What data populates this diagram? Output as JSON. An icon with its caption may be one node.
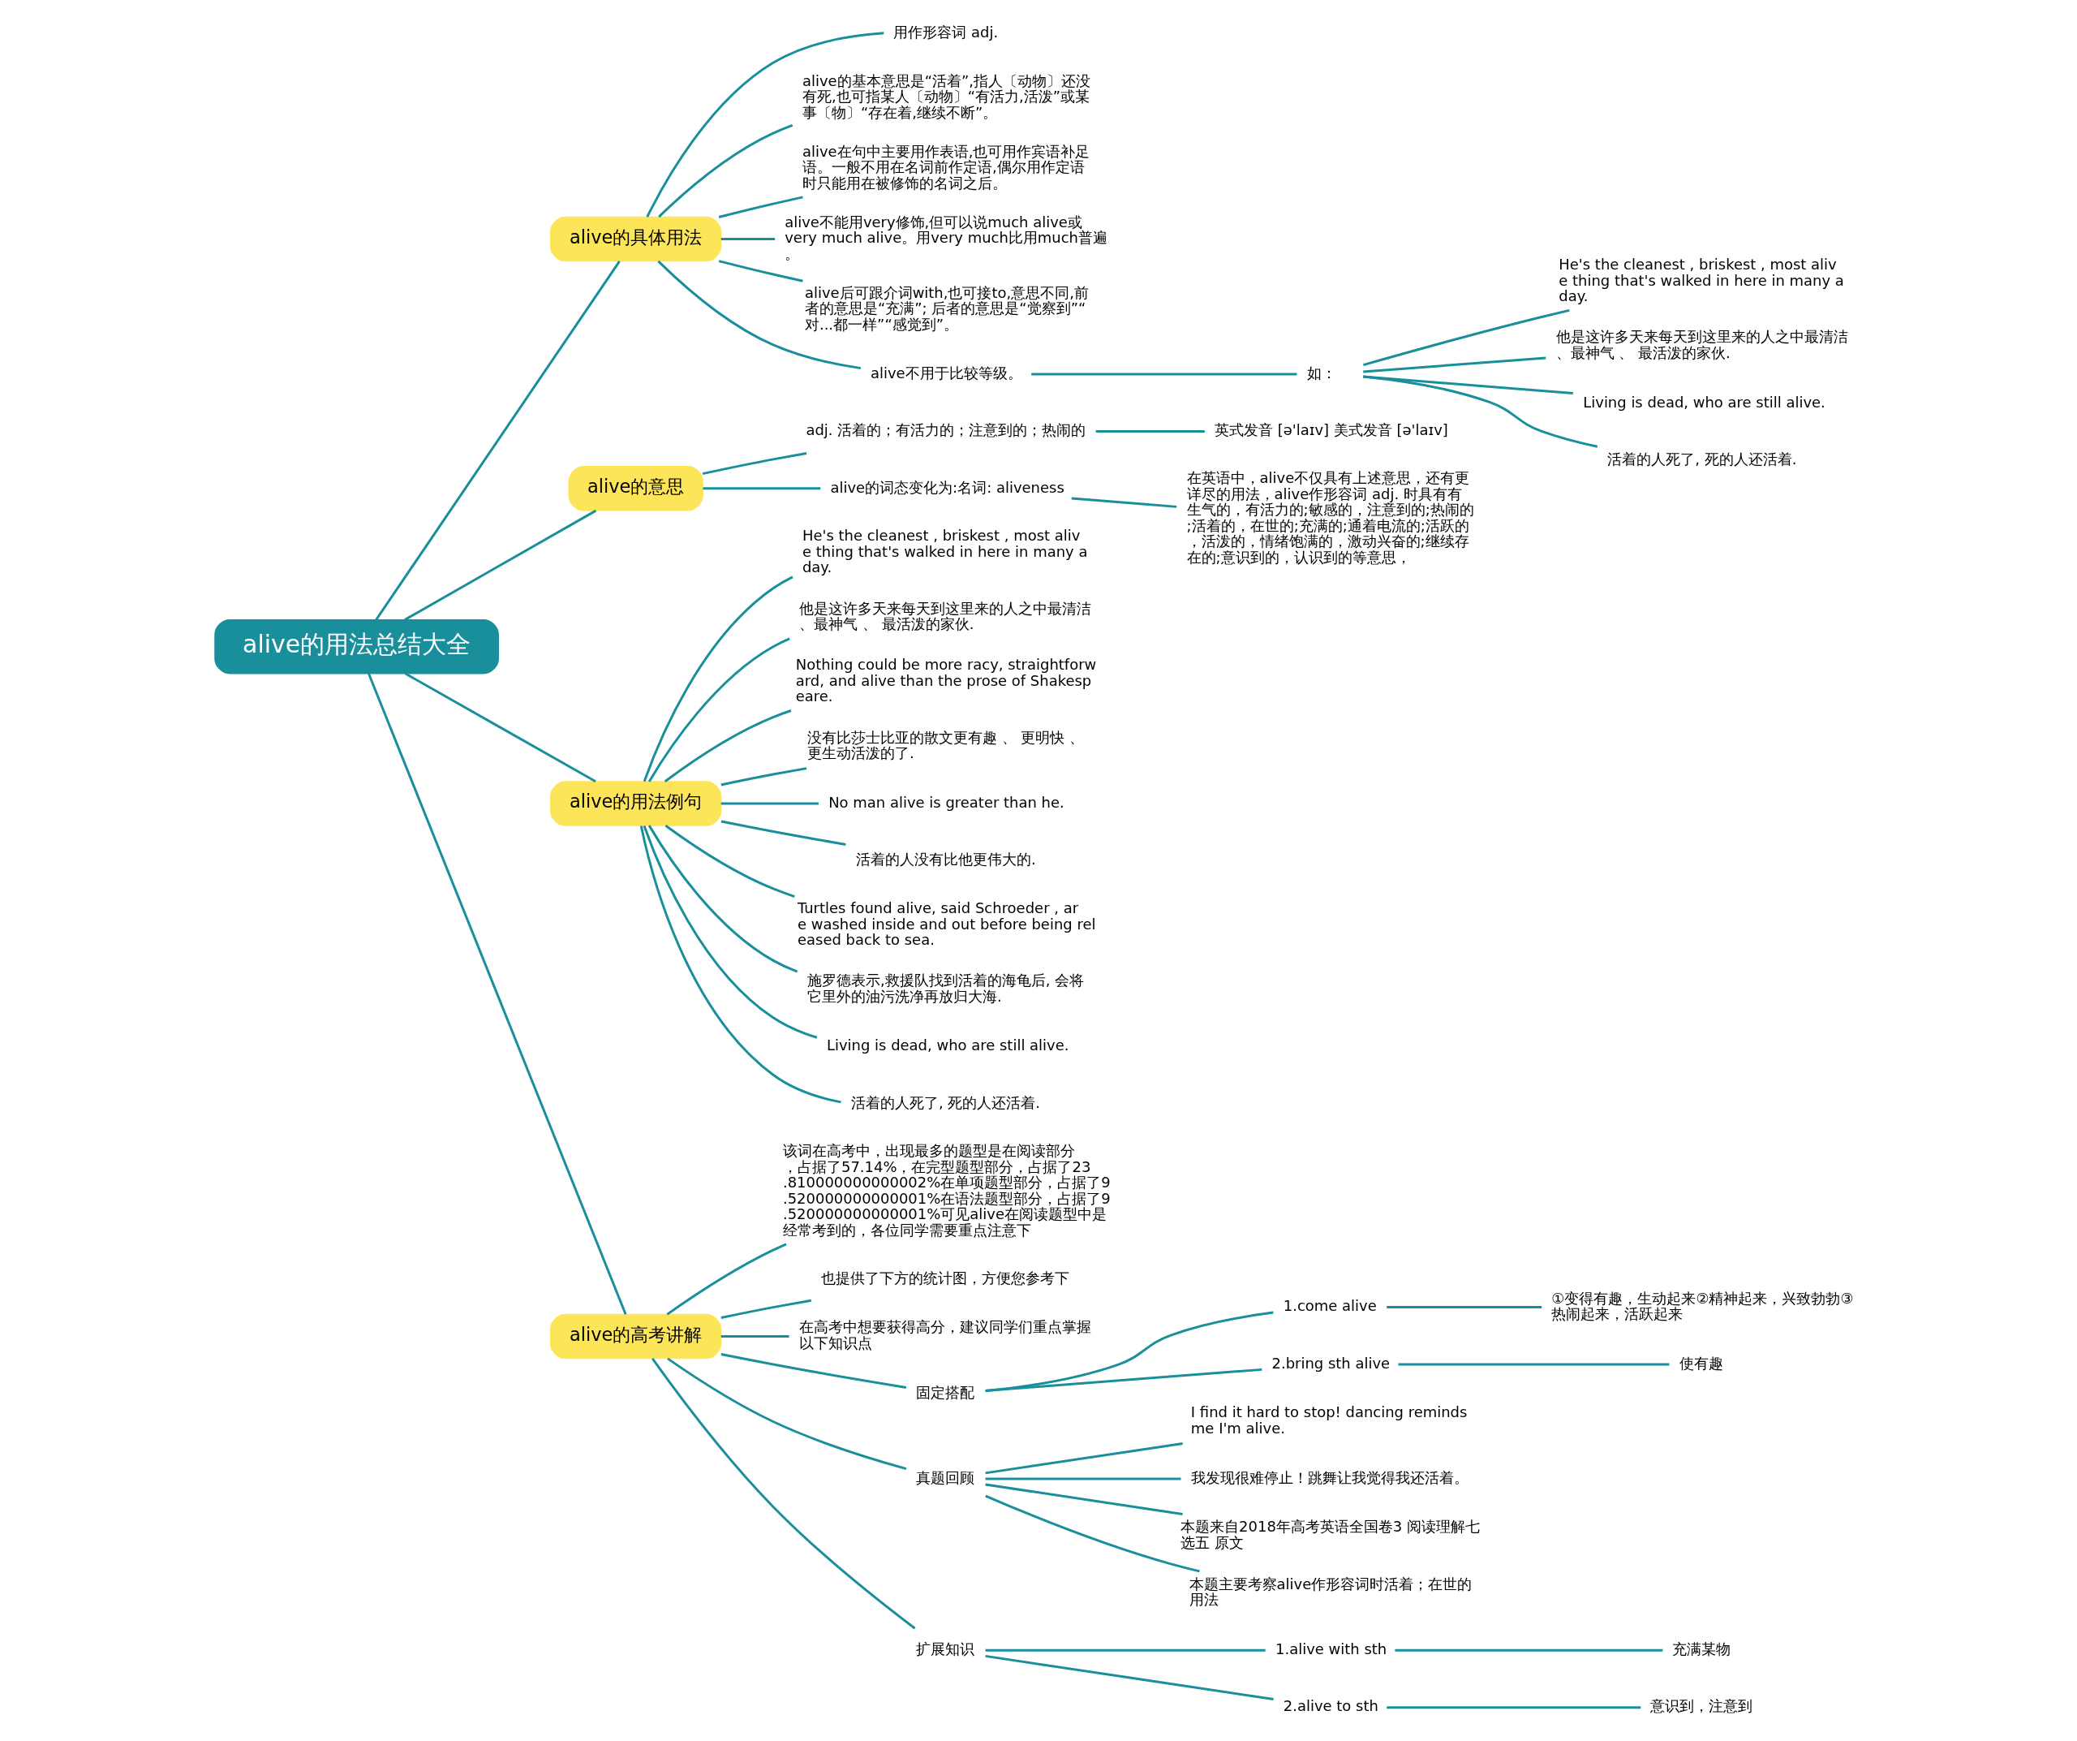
{
  "diagram": {
    "nodes": [
      {
        "text": [
          "alive的用法总结大全"
        ]
      },
      {
        "text": [
          "alive的具体用法"
        ]
      },
      {
        "text": [
          "用作形容词 adj."
        ]
      },
      {
        "text": [
          "alive的基本意思是“活着”,指人〔动物〕还没有死,也可指某人〔动物〕“有活力,活泼”或某事〔物〕“存在着,继续不断”。"
        ]
      },
      {
        "text": [
          "alive在句中主要用作表语,也可用作宾语补足语。一般不用在名词前作定语,偶尔用作定语时只能用在被修饰的名词之后。"
        ]
      },
      {
        "text": [
          "alive不能用very修饰,但可以说much alive或very much alive。用very much比用much普遍。"
        ]
      },
      {
        "text": [
          "alive后可跟介词with,也可接to,意思不同,前者的意思是“充满”; 后者的意思是“觉察到”“对...都一样”“感觉到”。"
        ]
      },
      {
        "text": [
          "alive不用于比较等级。"
        ]
      },
      {
        "text": [
          "如："
        ]
      },
      {
        "text": [
          "He's the cleanest , briskest , most alive thing that's walked in here in many a day."
        ]
      },
      {
        "text": [
          "他是这许多天来每天到这里来的人之中最清洁、最神气 、 最活泼的家伙."
        ]
      },
      {
        "text": [
          "Living is dead, who are still alive."
        ]
      },
      {
        "text": [
          "活着的人死了, 死的人还活着."
        ]
      },
      {
        "text": [
          "alive的意思"
        ]
      },
      {
        "text": [
          "adj. 活着的；有活力的；注意到的；热闹的"
        ]
      },
      {
        "text": [
          "英式发音 [ə'laɪv] 美式发音 [ə'laɪv]"
        ]
      },
      {
        "text": [
          "alive的词态变化为:名词: aliveness"
        ]
      },
      {
        "text": [
          "在英语中，alive不仅具有上述意思，还有更详尽的用法，alive作形容词 adj. 时具有有生气的，有活力的;敏感的，注意到的;热闹的;活着的，在世的;充满的;通着电流的;活跃的，活泼的，情绪饱满的，激动兴奋的;继续存在的;意识到的，认识到的等意思，"
        ]
      },
      {
        "text": [
          "alive的用法例句"
        ]
      },
      {
        "text": [
          "He's the cleanest , briskest , most alive thing that's walked in here in many a day."
        ]
      },
      {
        "text": [
          "他是这许多天来每天到这里来的人之中最清洁、最神气 、 最活泼的家伙."
        ]
      },
      {
        "text": [
          "Nothing could be more racy, straightforward, and alive than the prose of Shakespeare."
        ]
      },
      {
        "text": [
          "没有比莎士比亚的散文更有趣 、 更明快 、更生动活泼的了."
        ]
      },
      {
        "text": [
          "No man alive is greater than he."
        ]
      },
      {
        "text": [
          "活着的人没有比他更伟大的."
        ]
      },
      {
        "text": [
          "Turtles found alive, said Schroeder , are washed inside and out before being released back to sea."
        ]
      },
      {
        "text": [
          "施罗德表示,救援队找到活着的海龟后, 会将它里外的油污洗净再放归大海."
        ]
      },
      {
        "text": [
          "Living is dead, who are still alive."
        ]
      },
      {
        "text": [
          "活着的人死了, 死的人还活着."
        ]
      },
      {
        "text": [
          "alive的高考讲解"
        ]
      },
      {
        "text": [
          "该词在高考中，出现最多的题型是在阅读部分，占据了57.14%，在完型题型部分，占据了23.810000000000002%在单项题型部分，占据了9.520000000000001%在语法题型部分，占据了9.520000000000001%可见alive在阅读题型中是经常考到的，各位同学需要重点注意下"
        ]
      },
      {
        "text": [
          "也提供了下方的统计图，方便您参考下"
        ]
      },
      {
        "text": [
          "在高考中想要获得高分，建议同学们重点掌握以下知识点"
        ]
      },
      {
        "text": [
          "固定搭配"
        ]
      },
      {
        "text": [
          "1.come alive"
        ]
      },
      {
        "text": [
          "①变得有趣，生动起来②精神起来，兴致勃勃③热闹起来，活跃起来"
        ]
      },
      {
        "text": [
          "2.bring sth alive"
        ]
      },
      {
        "text": [
          "使有趣"
        ]
      },
      {
        "text": [
          "真题回顾"
        ]
      },
      {
        "text": [
          "I find it hard to stop! dancing reminds me I'm alive."
        ]
      },
      {
        "text": [
          "我发现很难停止！跳舞让我觉得我还活着。"
        ]
      },
      {
        "text": [
          "本题来自2018年高考英语全国卷3 阅读理解七选五 原文"
        ]
      },
      {
        "text": [
          "本题主要考察alive作形容词时活着；在世的用法"
        ]
      },
      {
        "text": [
          "扩展知识"
        ]
      },
      {
        "text": [
          "1.alive with sth"
        ]
      },
      {
        "text": [
          "充满某物"
        ]
      },
      {
        "text": [
          "2.alive to sth"
        ]
      },
      {
        "text": [
          "意识到，注意到"
        ]
      }
    ],
    "edges": [
      {
        "from": 0,
        "to": 1,
        "arrow": "none"
      },
      {
        "from": 1,
        "to": 2,
        "arrow": "none"
      },
      {
        "from": 1,
        "to": 3,
        "arrow": "none"
      },
      {
        "from": 1,
        "to": 4,
        "arrow": "none"
      },
      {
        "from": 1,
        "to": 5,
        "arrow": "none"
      },
      {
        "from": 1,
        "to": 6,
        "arrow": "none"
      },
      {
        "from": 1,
        "to": 7,
        "arrow": "none"
      },
      {
        "from": 7,
        "to": 8,
        "arrow": "none"
      },
      {
        "from": 8,
        "to": 9,
        "arrow": "none"
      },
      {
        "from": 8,
        "to": 10,
        "arrow": "none"
      },
      {
        "from": 8,
        "to": 11,
        "arrow": "none"
      },
      {
        "from": 8,
        "to": 12,
        "arrow": "none"
      },
      {
        "from": 0,
        "to": 13,
        "arrow": "none"
      },
      {
        "from": 13,
        "to": 14,
        "arrow": "none"
      },
      {
        "from": 14,
        "to": 15,
        "arrow": "none"
      },
      {
        "from": 13,
        "to": 16,
        "arrow": "none"
      },
      {
        "from": 16,
        "to": 17,
        "arrow": "none"
      },
      {
        "from": 0,
        "to": 18,
        "arrow": "none"
      },
      {
        "from": 18,
        "to": 19,
        "arrow": "none"
      },
      {
        "from": 18,
        "to": 20,
        "arrow": "none"
      },
      {
        "from": 18,
        "to": 21,
        "arrow": "none"
      },
      {
        "from": 18,
        "to": 22,
        "arrow": "none"
      },
      {
        "from": 18,
        "to": 23,
        "arrow": "none"
      },
      {
        "from": 18,
        "to": 24,
        "arrow": "none"
      },
      {
        "from": 18,
        "to": 25,
        "arrow": "none"
      },
      {
        "from": 18,
        "to": 26,
        "arrow": "none"
      },
      {
        "from": 18,
        "to": 27,
        "arrow": "none"
      },
      {
        "from": 18,
        "to": 28,
        "arrow": "none"
      },
      {
        "from": 0,
        "to": 29,
        "arrow": "none"
      },
      {
        "from": 29,
        "to": 30,
        "arrow": "none"
      },
      {
        "from": 29,
        "to": 31,
        "arrow": "none"
      },
      {
        "from": 29,
        "to": 32,
        "arrow": "none"
      },
      {
        "from": 29,
        "to": 33,
        "arrow": "none"
      },
      {
        "from": 33,
        "to": 34,
        "arrow": "none"
      },
      {
        "from": 34,
        "to": 35,
        "arrow": "none"
      },
      {
        "from": 33,
        "to": 36,
        "arrow": "none"
      },
      {
        "from": 36,
        "to": 37,
        "arrow": "none"
      },
      {
        "from": 29,
        "to": 38,
        "arrow": "none"
      },
      {
        "from": 38,
        "to": 39,
        "arrow": "none"
      },
      {
        "from": 38,
        "to": 40,
        "arrow": "none"
      },
      {
        "from": 38,
        "to": 41,
        "arrow": "none"
      },
      {
        "from": 38,
        "to": 42,
        "arrow": "none"
      },
      {
        "from": 29,
        "to": 43,
        "arrow": "none"
      },
      {
        "from": 43,
        "to": 44,
        "arrow": "none"
      },
      {
        "from": 44,
        "to": 45,
        "arrow": "none"
      },
      {
        "from": 43,
        "to": 46,
        "arrow": "none"
      },
      {
        "from": 46,
        "to": 47,
        "arrow": "none"
      }
    ]
  }
}
